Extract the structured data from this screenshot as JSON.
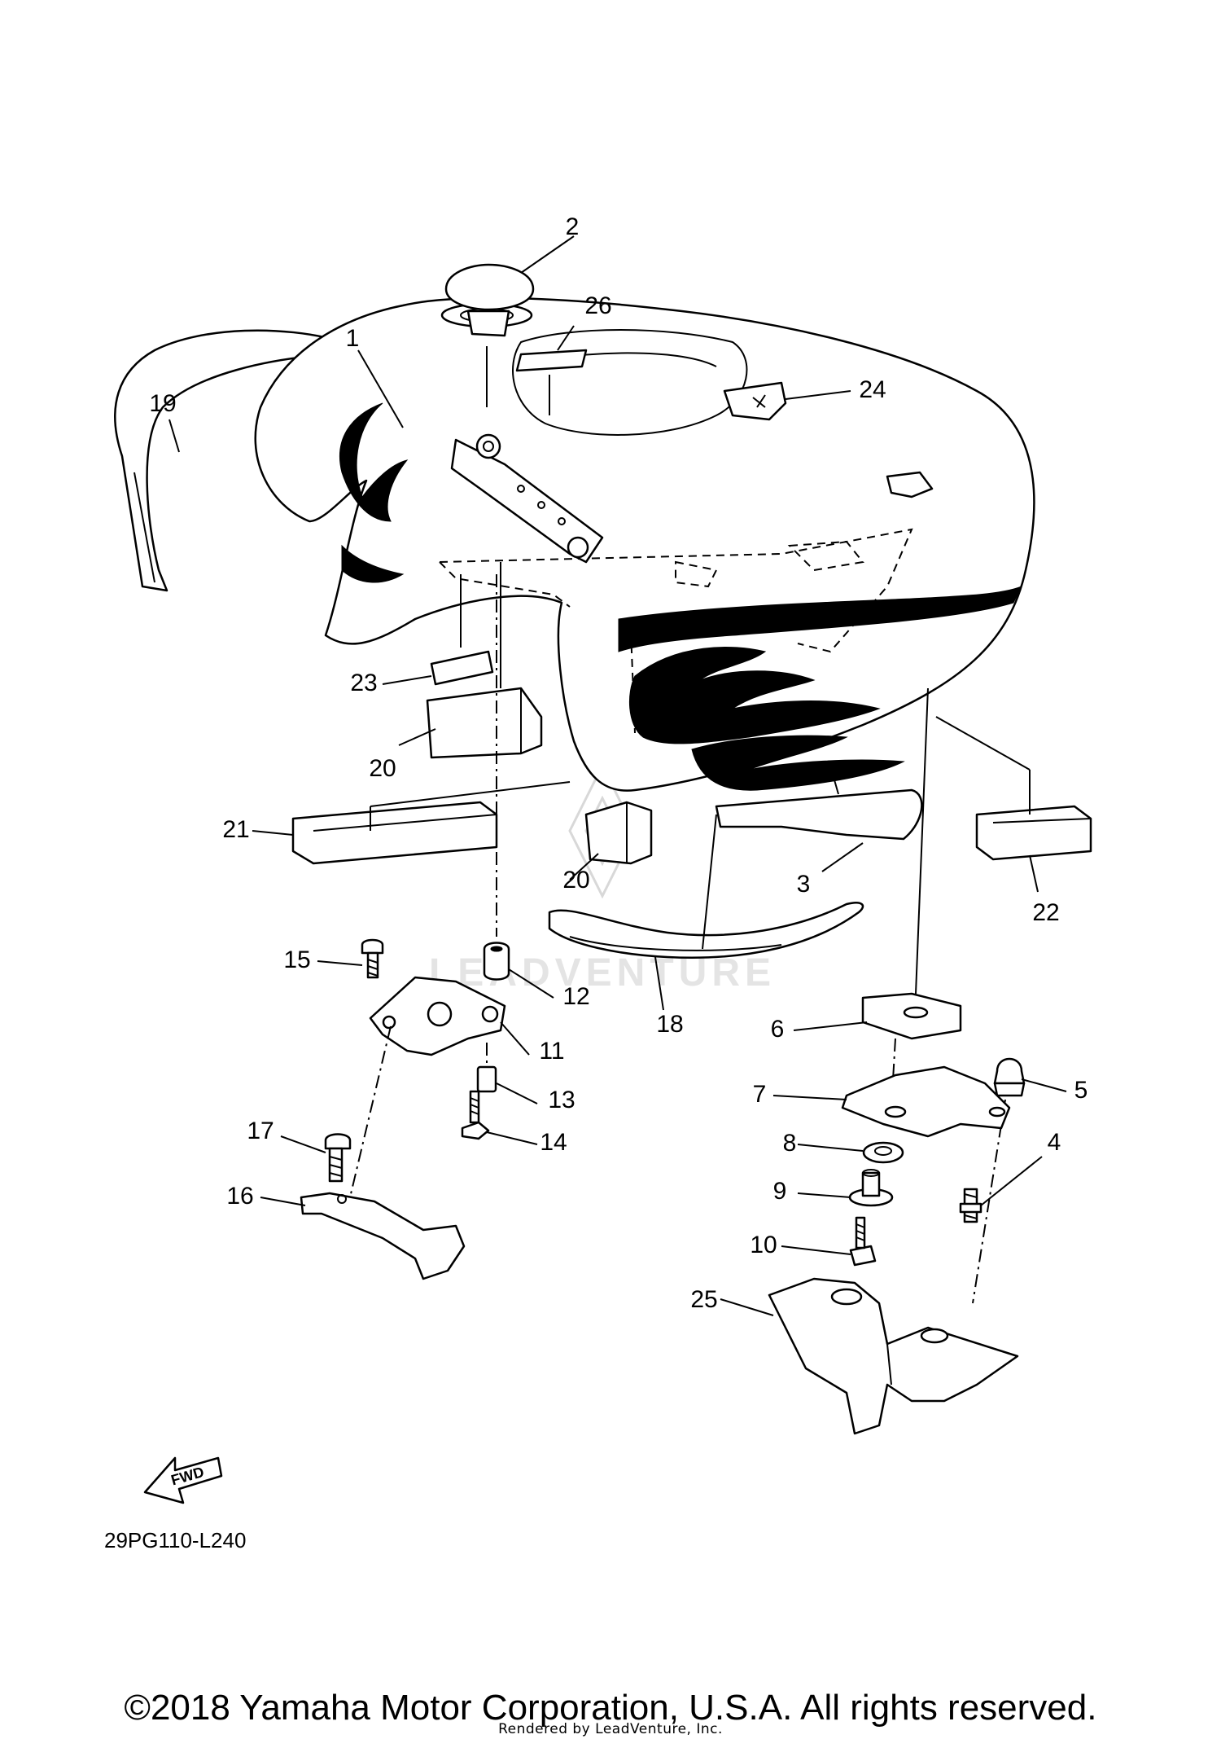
{
  "diagram_code": "29PG110-L240",
  "fwd_label": "FWD",
  "copyright": "©2018 Yamaha Motor Corporation, U.S.A. All rights reserved.",
  "rendered_by": "Rendered by LeadVenture, Inc.",
  "watermark": "LEADVENTURE",
  "callouts": {
    "c1": "1",
    "c2": "2",
    "c3": "3",
    "c4": "4",
    "c5": "5",
    "c6": "6",
    "c7": "7",
    "c8": "8",
    "c9": "9",
    "c10": "10",
    "c11": "11",
    "c12": "12",
    "c13": "13",
    "c14": "14",
    "c15": "15",
    "c16": "16",
    "c17": "17",
    "c18": "18",
    "c19": "19",
    "c20a": "20",
    "c20b": "20",
    "c21": "21",
    "c22": "22",
    "c23": "23",
    "c24": "24",
    "c25": "25",
    "c26": "26"
  }
}
